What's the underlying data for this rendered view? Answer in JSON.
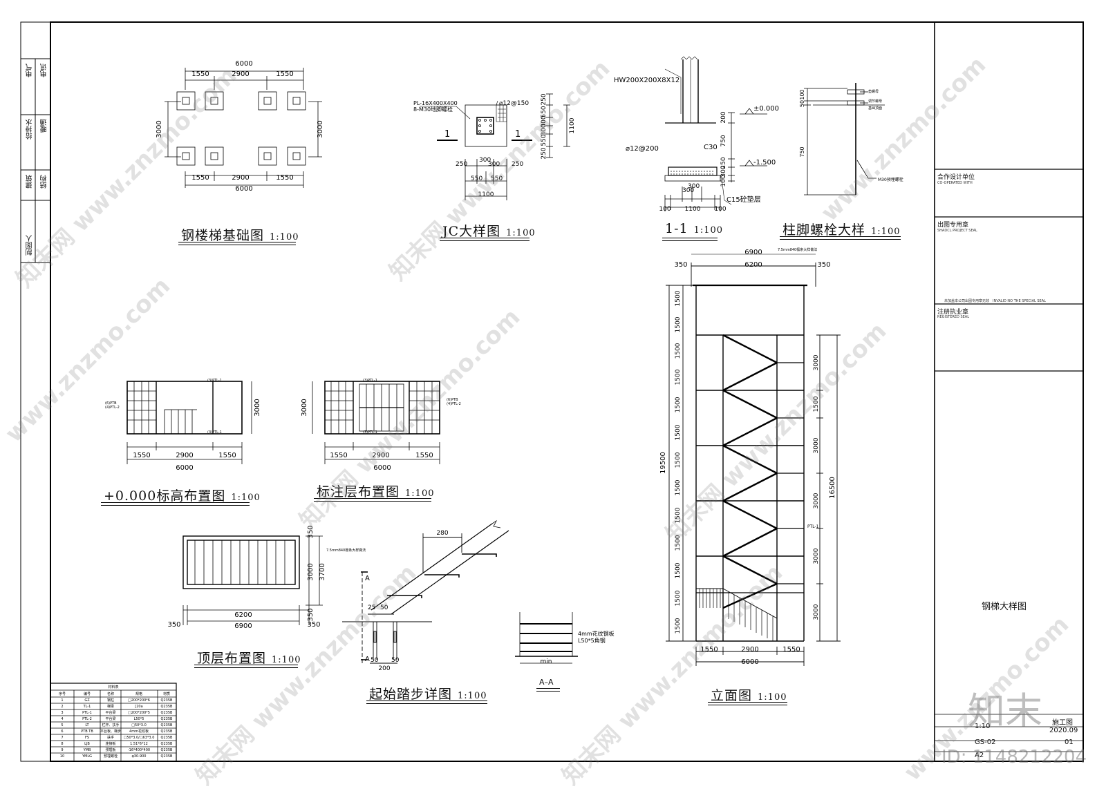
{
  "discipline_rows": [
    {
      "a": "电气",
      "b": "电讯"
    },
    {
      "a": "给排水",
      "b": "暖通"
    },
    {
      "a": "建筑",
      "b": "结构"
    },
    {
      "a": "制图人",
      "b": ""
    }
  ],
  "drawings": {
    "foundation_plan": {
      "title": "钢楼梯基础图",
      "scale": "1:100",
      "dim_total": "6000",
      "dims": [
        "1550",
        "2900",
        "1550"
      ],
      "height": "3000"
    },
    "jc_detail": {
      "title": "JC大样图",
      "scale": "1:100",
      "plate": "PL-16X400X400",
      "bolts": "8-M30地脚螺栓",
      "rebar": "⌀12@150",
      "section_mark": "1",
      "dims_h": [
        "250",
        "300",
        "300",
        "250"
      ],
      "dims_h2": [
        "550",
        "550"
      ],
      "total": "1100",
      "dims_v": [
        "250",
        "550",
        "300",
        "300",
        "550",
        "250"
      ],
      "v_total": "1100"
    },
    "section_1_1": {
      "title": "1-1",
      "scale": "1:100",
      "column": "HW200X200X8X12",
      "elev_top": "±0.000",
      "elev_bottom": "-1.500",
      "concrete": "C30",
      "bedding": "C15砼垫层",
      "rebar": "⌀12@200",
      "dims_v": [
        "200",
        "750",
        "250",
        "300",
        "100"
      ],
      "dims_h": [
        "300",
        "300"
      ],
      "total": "1100",
      "edge": "100"
    },
    "anchor_bolt_detail": {
      "title": "柱脚螺栓大样",
      "scale": "1:100",
      "labels": [
        "垫螺母",
        "调节螺母",
        "基础顶面",
        "M30预埋螺栓"
      ],
      "dims": [
        "100",
        "50",
        "750"
      ]
    },
    "elev_plan_0": {
      "title": "+0.000标高布置图",
      "scale": "1:100",
      "dim_total": "6000",
      "dims": [
        "1550",
        "2900",
        "1550"
      ],
      "height": "3000",
      "tags": [
        "(3)PTL-1",
        "(6)PTB",
        "(4)PTL-2"
      ]
    },
    "marked_floor_plan": {
      "title": "标注层布置图",
      "scale": "1:100",
      "dim_total": "6000",
      "dims": [
        "1550",
        "2900",
        "1550"
      ],
      "height": "3000",
      "tags": [
        "(3)PTL-1",
        "(6)PTB",
        "(4)PTL-2"
      ]
    },
    "top_floor_plan": {
      "title": "顶层布置图",
      "scale": "1:100",
      "dim_total": "6900",
      "dim_inner": "6200",
      "edge": "350",
      "height": "3700",
      "height_inner": "3000",
      "note": "7.5mm840檩条大样做法"
    },
    "start_step_detail": {
      "title": "起始踏步详图",
      "scale": "1:100",
      "dims": [
        "280",
        "25",
        "50",
        "200",
        "50",
        "50"
      ],
      "section_mark": "A"
    },
    "section_a_a": {
      "title": "A–A",
      "labels": [
        "4mm花纹钢板",
        "L50*5角钢",
        "min"
      ]
    },
    "elevation": {
      "title": "立面图",
      "scale": "1:100",
      "top_total": "6900",
      "top_inner": "6200",
      "edge": "350",
      "bottom_dims": [
        "1550",
        "2900",
        "1550"
      ],
      "bottom_total": "6000",
      "height_total": "19500",
      "left_levels": [
        "1500",
        "1500",
        "1500",
        "1500",
        "1500",
        "1500",
        "1500",
        "1500",
        "1500",
        "1500",
        "1500",
        "1500",
        "1500"
      ],
      "right_dims": [
        "3000",
        "1500",
        "3000",
        "3000",
        "3000",
        "3000"
      ],
      "right_total": "16500",
      "note": "7.5mm840檩条大样做法",
      "tag": "PTL-1"
    }
  },
  "materials_table": {
    "title": "材料表",
    "headers": [
      "序号",
      "编号",
      "名称",
      "规格",
      "材质"
    ],
    "rows": [
      [
        "1",
        "GZ",
        "钢柱",
        "□200*200*6",
        "Q235B"
      ],
      [
        "2",
        "TL-1",
        "梯梁",
        "[20a",
        "Q235B"
      ],
      [
        "3",
        "PTL-1",
        "平台梁",
        "□200*200*5",
        "Q235B"
      ],
      [
        "4",
        "PTL-2",
        "平台梁",
        "L50*5",
        "Q235B"
      ],
      [
        "5",
        "LT",
        "栏杆、扶手",
        "□50*3.0",
        "Q235B"
      ],
      [
        "6",
        "PTB TB",
        "平台板、梯步",
        "4mm花纹板",
        "Q235B"
      ],
      [
        "7",
        "FS",
        "扶手",
        "□50*3.0/□63*3.0",
        "Q235B"
      ],
      [
        "8",
        "LJB",
        "连接板",
        "1.51*6*12",
        "Q235B"
      ],
      [
        "9",
        "YMB",
        "预埋板",
        "-16*400*400",
        "Q235B"
      ],
      [
        "10",
        "YMLG",
        "预埋螺栓",
        "φ30-900",
        "Q235B"
      ]
    ]
  },
  "title_block": {
    "cooperative_unit": "合作设计单位",
    "cooperative_unit_en": "CO-OPERATED WITH",
    "project_seal": "出图专用章",
    "project_seal_en": "SHADCL PROJECT SEAL",
    "invalid_note": "未加盖本公司出图专用章无效　INVALID NO THE SPECIAL SEAL",
    "registered_seal": "注册执业章",
    "registered_seal_en": "REGISTERED SEAL",
    "drawing_name": "钢梯大样图",
    "stage": "施工图",
    "scale_partial": "1:10",
    "date": "2020.09",
    "drawing_no": "GS-02",
    "sheet": "01",
    "size": "A2"
  },
  "watermark": {
    "site": "www.znzmo.com",
    "brand_cn": "知末网",
    "logo": "知末",
    "id": "ID: 1148212204"
  }
}
